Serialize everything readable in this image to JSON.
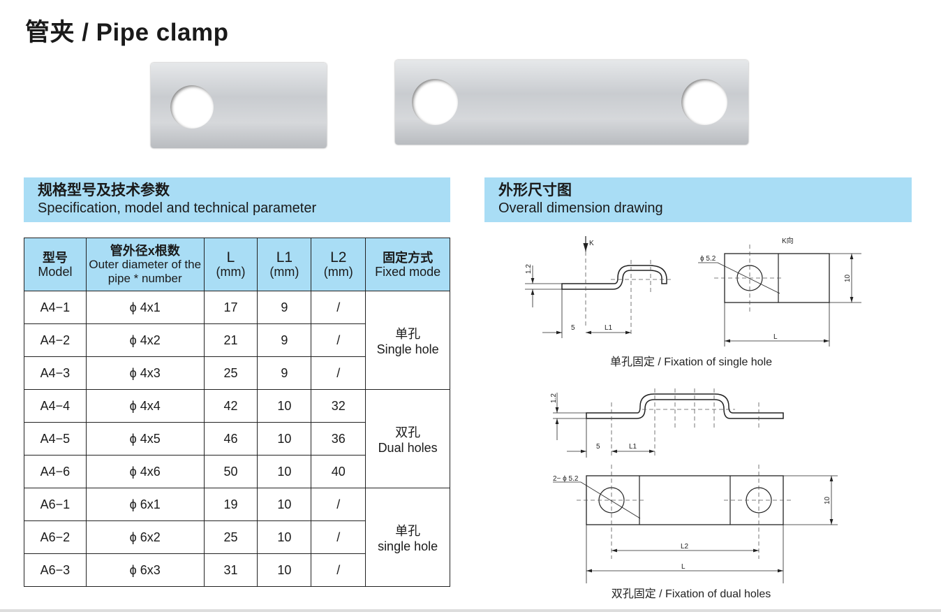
{
  "title": "管夹 / Pipe clamp",
  "spec": {
    "zh": "规格型号及技术参数",
    "en": "Specification, model and technical parameter"
  },
  "dims": {
    "zh": "外形尺寸图",
    "en": "Overall dimension drawing"
  },
  "table": {
    "headers": [
      {
        "zh": "型号",
        "en": "Model"
      },
      {
        "zh": "管外径x根数",
        "en": "Outer diameter of the pipe * number"
      },
      {
        "zh": "L",
        "en": "(mm)"
      },
      {
        "zh": "L1",
        "en": "(mm)"
      },
      {
        "zh": "L2",
        "en": "(mm)"
      },
      {
        "zh": "固定方式",
        "en": "Fixed mode"
      }
    ],
    "rows": [
      {
        "model": "A4−1",
        "od": "ϕ 4x1",
        "L": "17",
        "L1": "9",
        "L2": "/"
      },
      {
        "model": "A4−2",
        "od": "ϕ 4x2",
        "L": "21",
        "L1": "9",
        "L2": "/"
      },
      {
        "model": "A4−3",
        "od": "ϕ 4x3",
        "L": "25",
        "L1": "9",
        "L2": "/"
      },
      {
        "model": "A4−4",
        "od": "ϕ 4x4",
        "L": "42",
        "L1": "10",
        "L2": "32"
      },
      {
        "model": "A4−5",
        "od": "ϕ 4x5",
        "L": "46",
        "L1": "10",
        "L2": "36"
      },
      {
        "model": "A4−6",
        "od": "ϕ 4x6",
        "L": "50",
        "L1": "10",
        "L2": "40"
      },
      {
        "model": "A6−1",
        "od": "ϕ 6x1",
        "L": "19",
        "L1": "10",
        "L2": "/"
      },
      {
        "model": "A6−2",
        "od": "ϕ 6x2",
        "L": "25",
        "L1": "10",
        "L2": "/"
      },
      {
        "model": "A6−3",
        "od": "ϕ 6x3",
        "L": "31",
        "L1": "10",
        "L2": "/"
      }
    ],
    "groups": [
      {
        "zh": "单孔",
        "en": "Single hole"
      },
      {
        "zh": "双孔",
        "en": "Dual holes"
      },
      {
        "zh": "单孔",
        "en": "single hole"
      }
    ]
  },
  "drawing": {
    "single": {
      "k": "K",
      "kview": "K向",
      "thick": "1.2",
      "five": "5",
      "l1": "L1",
      "hole": "ϕ 5.2",
      "ten": "10",
      "l": "L",
      "caption": "单孔固定 / Fixation of single hole"
    },
    "dual": {
      "thick": "1.2",
      "five": "5",
      "l1": "L1",
      "hole": "2− ϕ 5.2",
      "ten": "10",
      "l2": "L2",
      "l": "L",
      "caption": "双孔固定 / Fixation of dual holes"
    }
  }
}
